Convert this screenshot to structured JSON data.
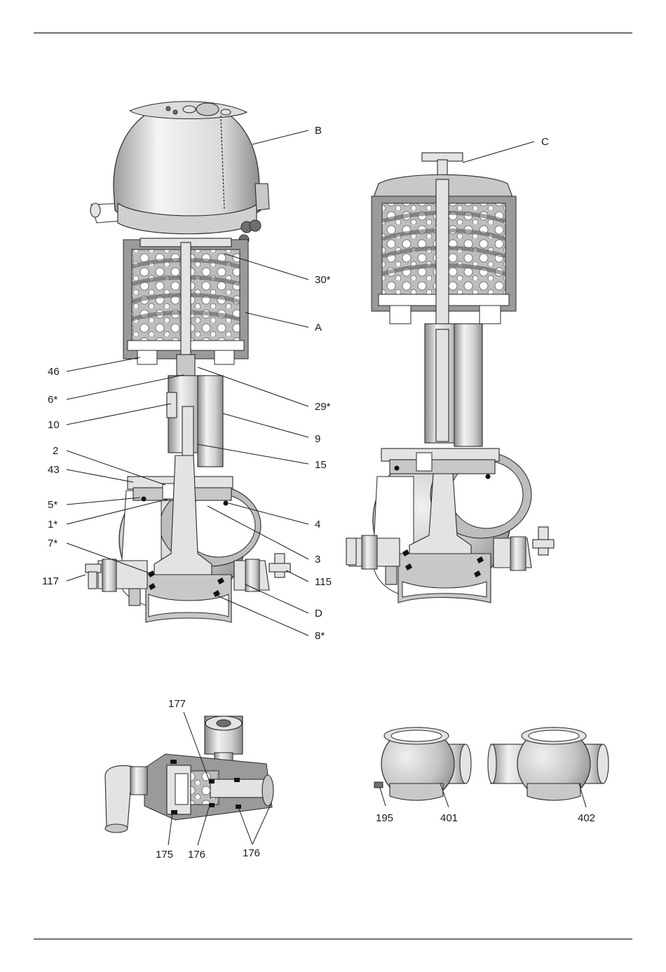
{
  "figure": {
    "labels": {
      "valve_left": [
        "B",
        "30*",
        "A",
        "46",
        "6*",
        "29*",
        "10",
        "9",
        "2",
        "15",
        "43",
        "5*",
        "4",
        "1*",
        "3",
        "7*",
        "117",
        "115",
        "D",
        "8*"
      ],
      "valve_right": [
        "C"
      ],
      "fitting": [
        "177",
        "175",
        "176",
        "176"
      ],
      "housings": [
        "195",
        "401",
        "402"
      ]
    }
  }
}
